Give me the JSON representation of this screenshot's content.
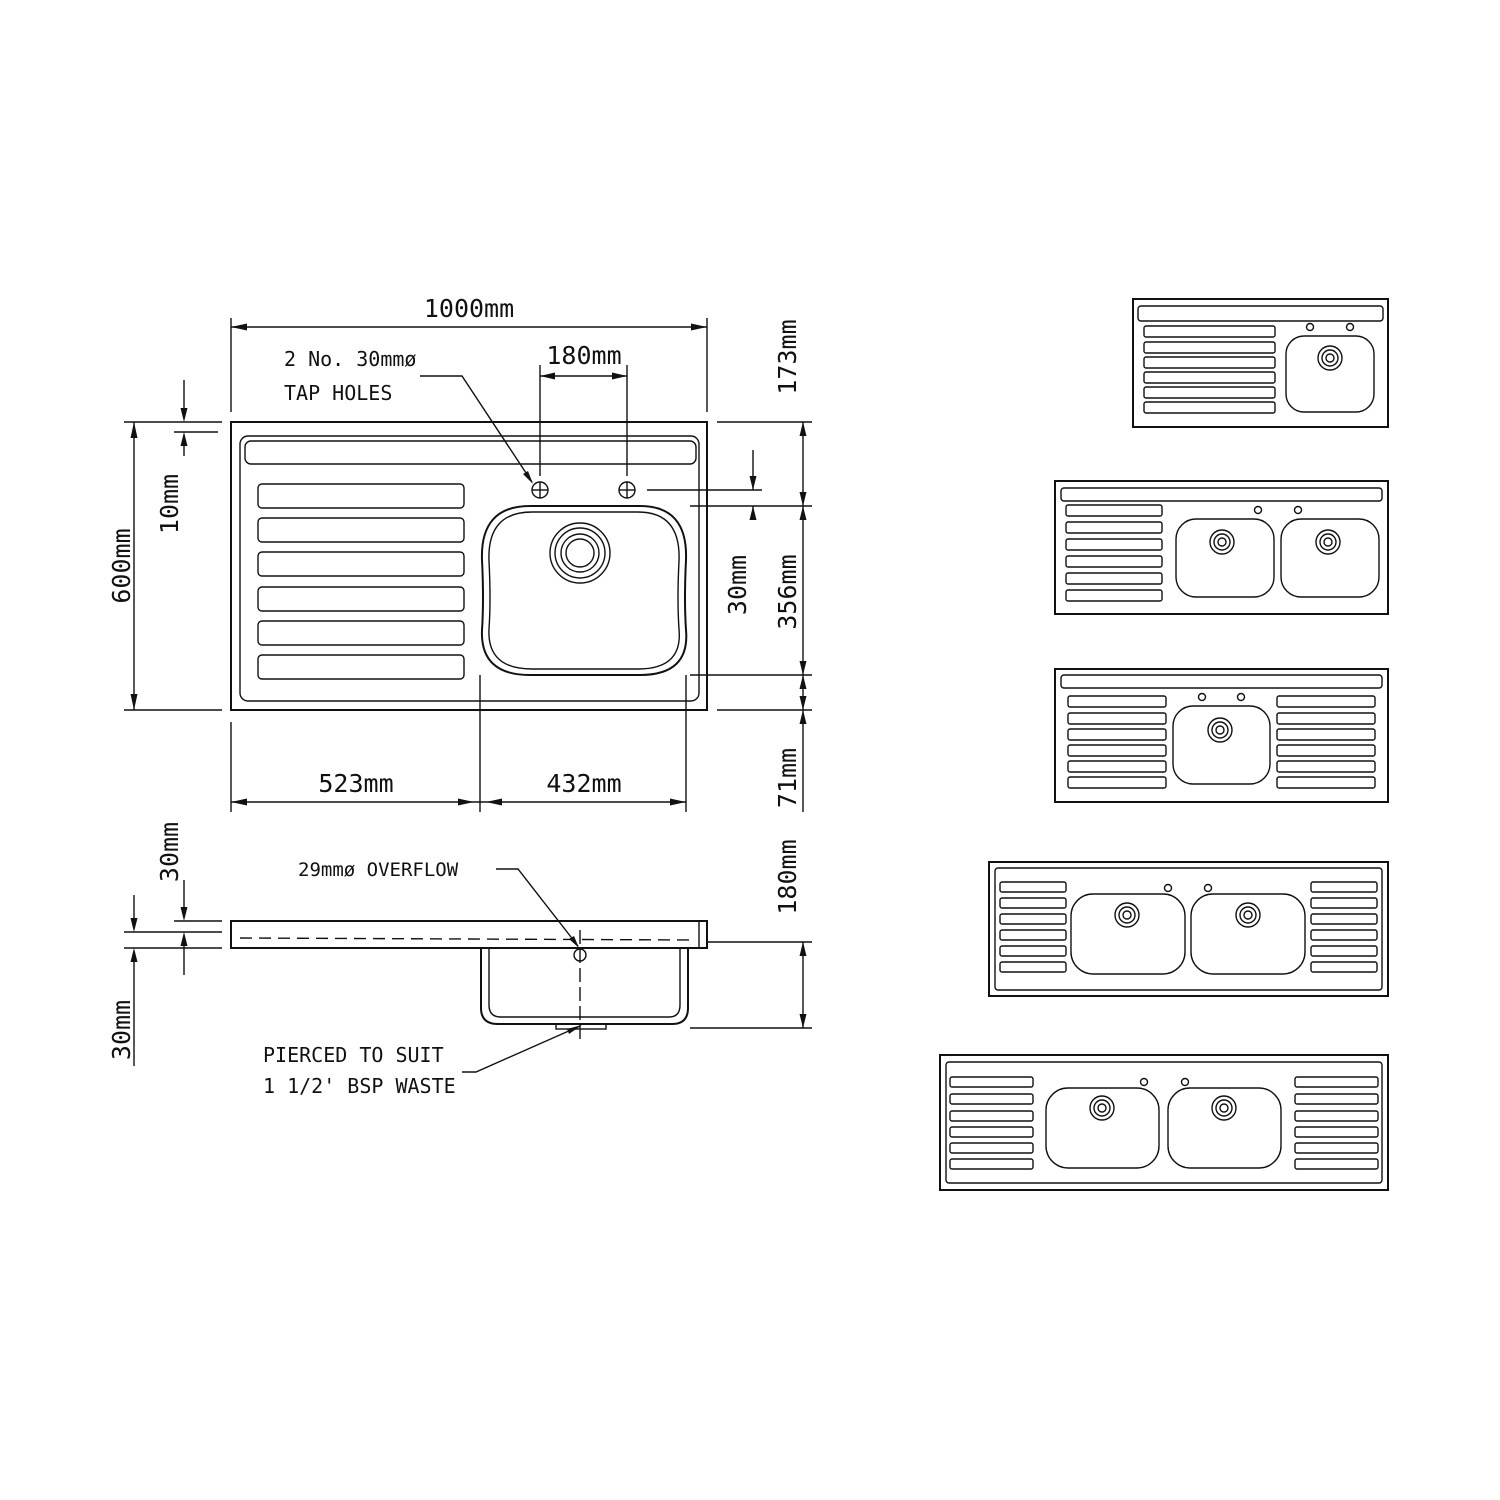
{
  "plan": {
    "overall_width": "1000mm",
    "tap_spacing": "180mm",
    "tap_holes_line1": "2 No. 30mmø",
    "tap_holes_line2": "TAP HOLES",
    "back_height": "173mm",
    "upstand": "10mm",
    "depth": "600mm",
    "tap_offset": "30mm",
    "bowl_depth": "356mm",
    "drainer_width": "523mm",
    "bowl_width": "432mm",
    "front_margin": "71mm"
  },
  "section": {
    "overflow_note": "29mmø OVERFLOW",
    "top_thickness": "30mm",
    "bottom_thickness": "30mm",
    "bowl_height": "180mm",
    "waste_line1": "PIERCED TO SUIT",
    "waste_line2": "1 1/2' BSP WASTE"
  },
  "variants": [
    {
      "bowls": 1,
      "drainers": 1
    },
    {
      "bowls": 2,
      "drainers": 1
    },
    {
      "bowls": 1,
      "drainers": 2
    },
    {
      "bowls": 2,
      "drainers": 2
    },
    {
      "bowls": 2,
      "drainers": 2
    }
  ],
  "colors": {
    "ink": "#111111",
    "paper": "#ffffff"
  }
}
